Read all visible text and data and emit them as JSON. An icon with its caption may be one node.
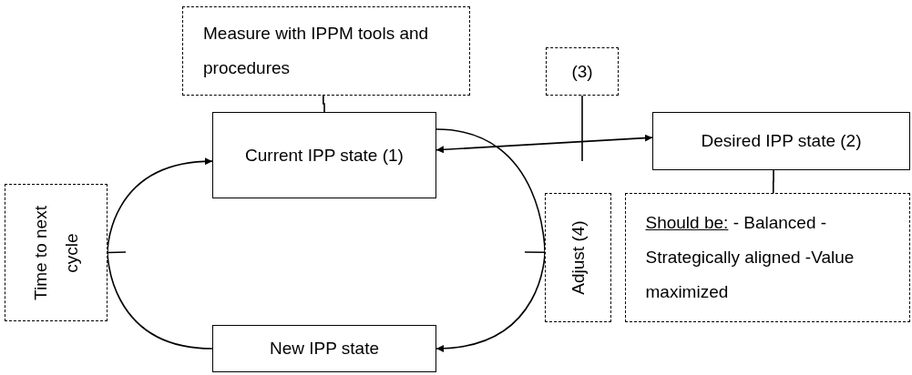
{
  "diagram": {
    "nodes": [
      {
        "text": [
          "Measure with IPPM tools and procedures"
        ]
      },
      {
        "text": [
          "Current IPP state (1)"
        ]
      },
      {
        "text": [
          "(3)"
        ]
      },
      {
        "text": [
          "Desired IPP state (2)"
        ]
      },
      {
        "text": [
          "Time to next cycle"
        ]
      },
      {
        "text": [
          "Adjust (4)"
        ]
      },
      {
        "text": [
          "Should be:",
          "- Balanced - Strategically aligned -Value maximized"
        ]
      },
      {
        "text": [
          "New IPP state"
        ]
      }
    ],
    "edges": [
      {
        "from": 0,
        "to": 1,
        "arrow": "none"
      },
      {
        "from": 1,
        "to": 3,
        "arrow": "both"
      },
      {
        "from": 2,
        "to": null,
        "arrow": "none"
      },
      {
        "from": 3,
        "to": 6,
        "arrow": "none"
      },
      {
        "from": 1,
        "to": 7,
        "arrow": "to"
      },
      {
        "from": 7,
        "to": 1,
        "arrow": "to"
      },
      {
        "from": 5,
        "to": null,
        "arrow": "none"
      },
      {
        "from": 4,
        "to": null,
        "arrow": "none"
      }
    ]
  }
}
